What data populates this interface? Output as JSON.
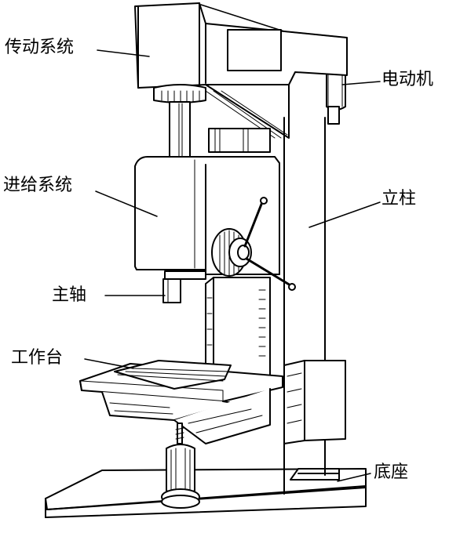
{
  "labels": {
    "transmission": "传动系统",
    "motor": "电动机",
    "feed": "进给系统",
    "column": "立柱",
    "spindle": "主轴",
    "table": "工作台",
    "base": "底座"
  },
  "colors": {
    "line": "#000000",
    "background": "#ffffff"
  }
}
